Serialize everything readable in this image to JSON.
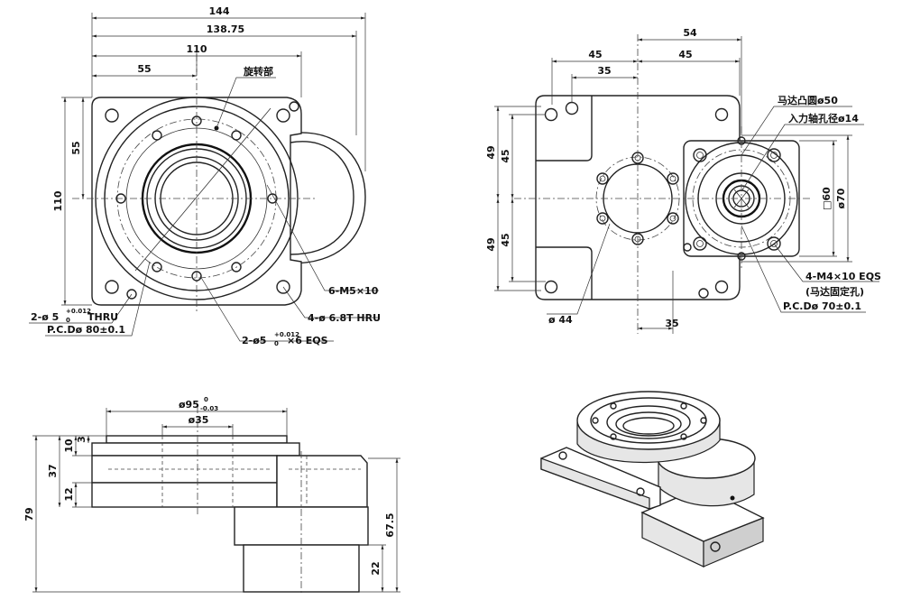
{
  "top_left_view": {
    "dims": {
      "d144": "144",
      "d138_75": "138.75",
      "d110_top": "110",
      "d55_top": "55",
      "d55_left": "55",
      "d110_left": "110"
    },
    "labels": {
      "rotating_part": "旋转部",
      "thread_holes": "6-M5×10",
      "thru_holes": "4-ø 6.8T HRU",
      "pin_holes_main": "2-ø5",
      "pin_holes_tol_up": "+0.012",
      "pin_holes_tol_low": "0",
      "pin_holes_tail": "×6 EQS",
      "pin_thru_main": "2-ø 5",
      "pin_thru_tol_up": "+0.012",
      "pin_thru_tol_low": "0",
      "pin_thru_tail": "THRU",
      "pcd": "P.C.Dø 80±0.1"
    }
  },
  "top_right_view": {
    "dims": {
      "d54": "54",
      "d45_a": "45",
      "d45_b": "45",
      "d35_top": "35",
      "d49_a": "49",
      "d45_c": "45",
      "d49_b": "49",
      "d45_d": "45",
      "d35_bottom": "35",
      "d60": "□60",
      "d70": "ø70"
    },
    "labels": {
      "motor_boss": "马达凸圆ø50",
      "input_shaft": "入力轴孔径ø14",
      "motor_holes": "4-M4×10 EQS",
      "motor_holes_note": "(马达固定孔)",
      "pcd": "P.C.Dø 70±0.1",
      "d44": "ø 44"
    }
  },
  "side_view": {
    "dims": {
      "d95_main": "ø95",
      "d95_tol_up": "0",
      "d95_tol_low": "-0.03",
      "d35": "ø35",
      "d10": "10",
      "d3": "3",
      "d37": "37",
      "d12": "12",
      "d79": "79",
      "d67_5": "67.5",
      "d22": "22"
    }
  }
}
